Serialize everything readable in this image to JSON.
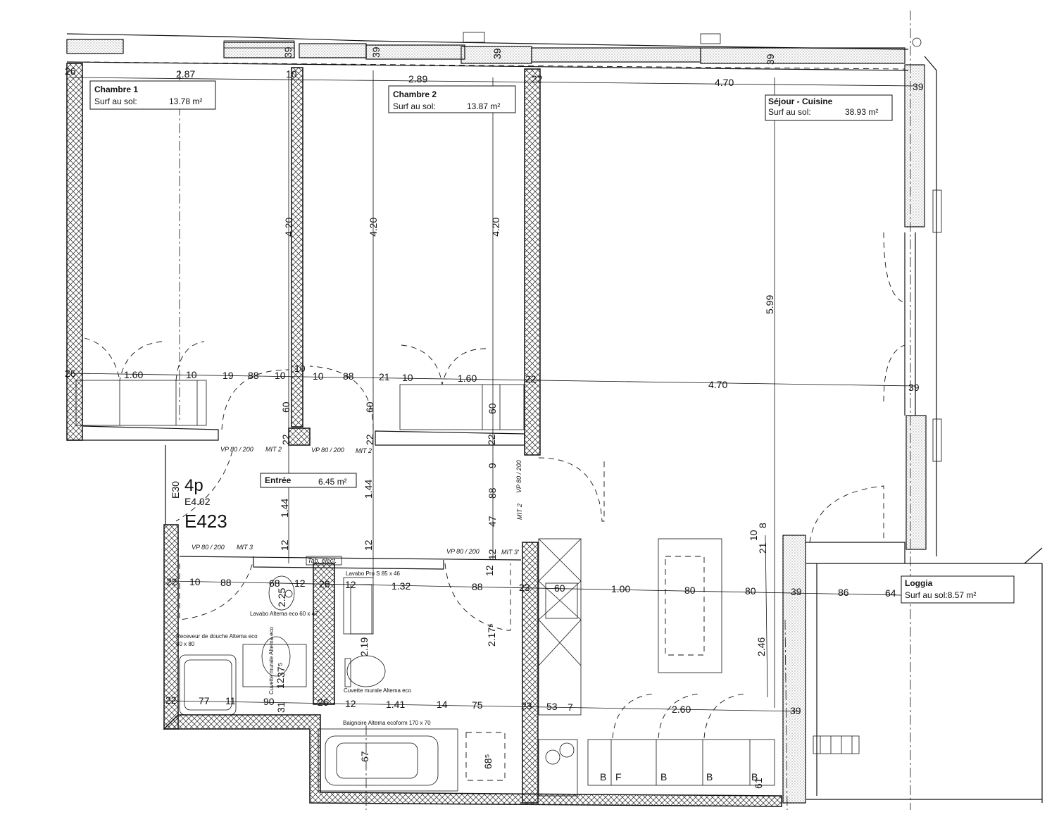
{
  "plan": {
    "unit_type": "4p",
    "unit_ref": "E4.02",
    "unit_number": "E423",
    "side_label": "E30"
  },
  "rooms": [
    {
      "name": "Chambre 1",
      "surf_label": "Surf au sol:",
      "area": "13.78 m²"
    },
    {
      "name": "Chambre 2",
      "surf_label": "Surf au sol:",
      "area": "13.87 m²"
    },
    {
      "name": "Séjour - Cuisine",
      "surf_label": "Surf au sol:",
      "area": "38.93 m²"
    },
    {
      "name": "Entrée",
      "area": "6.45 m²"
    },
    {
      "name": "Loggia",
      "surf_label": "Surf au sol:8.57 m²"
    }
  ],
  "dimensions": [
    "26",
    "2.87",
    "10",
    "39",
    "2.89",
    "22",
    "4.70",
    "39",
    "39",
    "39",
    "39",
    "26",
    "1.60",
    "10",
    "19",
    "88",
    "10",
    "10",
    "10",
    "88",
    "21",
    "10",
    "1.60",
    "22",
    "4.70",
    "39",
    "4.20",
    "4.20",
    "4.20",
    "5.99",
    "60",
    "60",
    "60",
    "22",
    "22",
    "22",
    "1.44",
    "1.44",
    "9",
    "88",
    "47",
    "12",
    "12",
    "12",
    "10",
    "8",
    "21",
    "2.46",
    "22",
    "10",
    "88",
    "68",
    "12",
    "26",
    "12",
    "1.32",
    "88",
    "23",
    "60",
    "1.00",
    "80",
    "80",
    "39",
    "86",
    "64",
    "22",
    "77",
    "11",
    "90",
    "31",
    "26",
    "12",
    "1.41",
    "14",
    "75",
    "23",
    "53",
    "7",
    "2.60",
    "39",
    "2.19",
    "2.17⁵",
    "37⁵",
    "12",
    "2.25",
    "67",
    "68⁵",
    "61",
    "12"
  ],
  "annotations": [
    "VP 80 / 200",
    "MIT 2",
    "VP 80 / 200",
    "MIT 2",
    "VP 80 / 200",
    "MIT 2",
    "VP 80 / 200",
    "MIT 3",
    "VP 80 / 200",
    "MIT 3'",
    "Tab. élect."
  ],
  "fixtures": [
    "Lavabo Pro S 85 x 46",
    "Lavabo Altema eco 60 x 47",
    "Receveur de douche Altema eco",
    "80 x 80",
    "Cuvette murale Altema eco",
    "Cuvette murale Altema eco",
    "Baignoire Altema ecoform 170 x 70"
  ],
  "cabinets": [
    "B",
    "F",
    "B",
    "B",
    "B"
  ]
}
